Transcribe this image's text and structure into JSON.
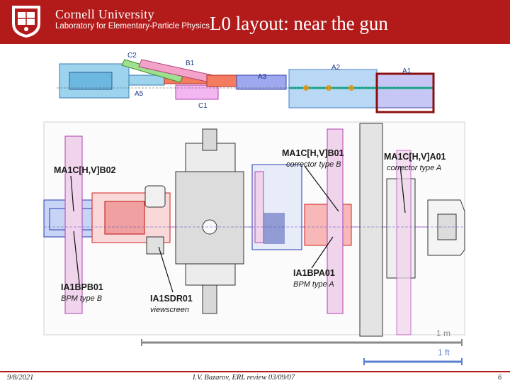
{
  "header": {
    "university": "Cornell University",
    "lab": "Laboratory for Elementary-Particle Physics",
    "title": "L0 layout: near the gun",
    "colors": {
      "accent": "#b31b1b"
    }
  },
  "overview_sections": [
    "C2",
    "B1",
    "A3",
    "A2",
    "A1",
    "A5",
    "C1"
  ],
  "callouts": {
    "ma1c_b02": "MA1C[H,V]B02",
    "ma1c_b01": "MA1C[H,V]B01",
    "ma1c_b01_type": "corrector type B",
    "ma1c_a01": "MA1C[H,V]A01",
    "ma1c_a01_type": "corrector type A",
    "ia1bpb01": "IA1BPB01",
    "ia1bpb01_type": "BPM type B",
    "ia1sdr01": "IA1SDR01",
    "ia1sdr01_type": "viewscreen",
    "ia1bpa01": "IA1BPA01",
    "ia1bpa01_type": "BPM type A"
  },
  "scale_bars": {
    "meter": "1 m",
    "foot": "1 ft"
  },
  "footer": {
    "date": "9/8/2021",
    "author": "I.V. Bazarov, ERL review 03/09/07",
    "page": "6"
  }
}
